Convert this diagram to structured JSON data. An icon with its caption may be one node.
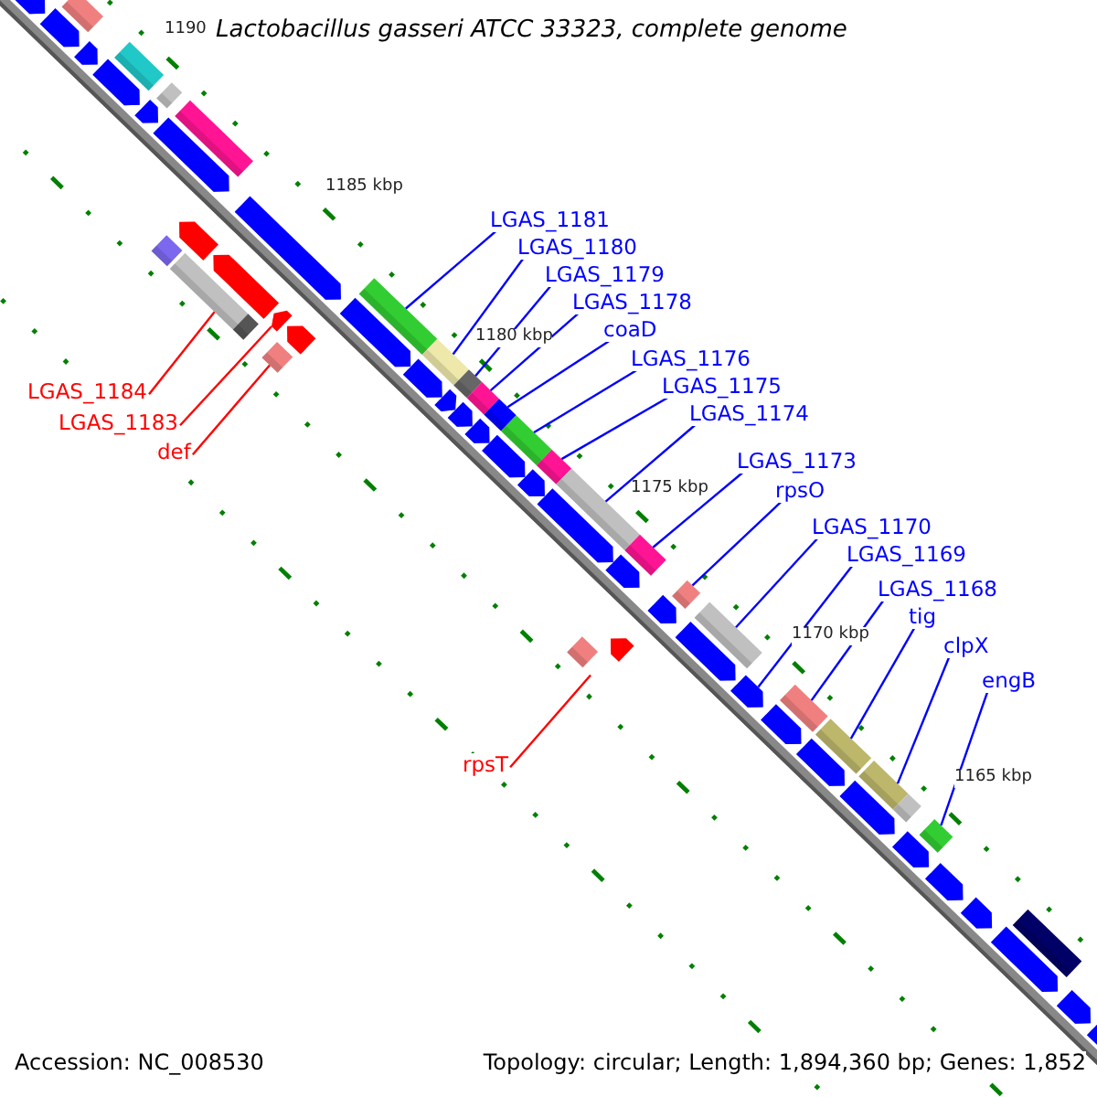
{
  "diagram": {
    "title": "Lactobacillus gasseri ATCC 33323, complete genome",
    "nodes": [
      {
        "text": [
          "LGAS_1181"
        ]
      },
      {
        "text": [
          "LGAS_1180"
        ]
      },
      {
        "text": [
          "LGAS_1179"
        ]
      },
      {
        "text": [
          "LGAS_1178"
        ]
      },
      {
        "text": [
          "coaD"
        ]
      },
      {
        "text": [
          "LGAS_1176"
        ]
      },
      {
        "text": [
          "LGAS_1175"
        ]
      },
      {
        "text": [
          "LGAS_1174"
        ]
      },
      {
        "text": [
          "LGAS_1173"
        ]
      },
      {
        "text": [
          "rpsO"
        ]
      },
      {
        "text": [
          "LGAS_1170"
        ]
      },
      {
        "text": [
          "LGAS_1169"
        ]
      },
      {
        "text": [
          "LGAS_1168"
        ]
      },
      {
        "text": [
          "tig"
        ]
      },
      {
        "text": [
          "clpX"
        ]
      },
      {
        "text": [
          "engB"
        ]
      },
      {
        "text": [
          "LGAS_1184"
        ]
      },
      {
        "text": [
          "LGAS_1183"
        ]
      },
      {
        "text": [
          "def"
        ]
      },
      {
        "text": [
          "rpsT"
        ]
      },
      {
        "text": [],
        "shape": "bar"
      },
      {
        "text": [],
        "shape": "bar"
      },
      {
        "text": [],
        "shape": "bar"
      },
      {
        "text": [],
        "shape": "bar"
      },
      {
        "text": [],
        "shape": "bar"
      },
      {
        "text": [],
        "shape": "bar"
      },
      {
        "text": [],
        "shape": "bar"
      },
      {
        "text": [],
        "shape": "bar"
      },
      {
        "text": [],
        "shape": "bar"
      },
      {
        "text": [],
        "shape": "bar"
      },
      {
        "text": [],
        "shape": "bar"
      },
      {
        "text": [],
        "shape": "bar"
      },
      {
        "text": [],
        "shape": "bar"
      },
      {
        "text": [],
        "shape": "bar"
      },
      {
        "text": [],
        "shape": "bar"
      },
      {
        "text": [],
        "shape": "bar"
      },
      {
        "text": [],
        "shape": "bar"
      },
      {
        "text": [],
        "shape": "bar"
      },
      {
        "text": [],
        "shape": "bar"
      },
      {
        "text": [],
        "shape": "bar"
      },
      {
        "text": [],
        "shape": "bar"
      },
      {
        "text": [],
        "shape": "bar"
      },
      {
        "text": [],
        "shape": "bar"
      },
      {
        "text": [],
        "shape": "bar"
      },
      {
        "text": [],
        "shape": "bar"
      },
      {
        "text": [],
        "shape": "bar"
      },
      {
        "text": [],
        "shape": "bar"
      },
      {
        "text": [],
        "shape": "bar"
      },
      {
        "text": [],
        "shape": "bar"
      },
      {
        "text": [],
        "shape": "bar"
      },
      {
        "text": [],
        "shape": "bar"
      },
      {
        "text": [],
        "shape": "bar"
      },
      {
        "text": [],
        "shape": "bar"
      }
    ],
    "edges": [
      {
        "from": 0,
        "to": 20,
        "arrow": "none"
      },
      {
        "from": 1,
        "to": 21,
        "arrow": "none"
      },
      {
        "from": 2,
        "to": 22,
        "arrow": "none"
      },
      {
        "from": 3,
        "to": 23,
        "arrow": "none"
      },
      {
        "from": 4,
        "to": 24,
        "arrow": "none"
      },
      {
        "from": 5,
        "to": 25,
        "arrow": "none"
      },
      {
        "from": 6,
        "to": 26,
        "arrow": "none"
      },
      {
        "from": 7,
        "to": 27,
        "arrow": "none"
      },
      {
        "from": 8,
        "to": 28,
        "arrow": "none"
      },
      {
        "from": 9,
        "to": 29,
        "arrow": "none"
      },
      {
        "from": 10,
        "to": 30,
        "arrow": "none"
      },
      {
        "from": 11,
        "to": 31,
        "arrow": "none"
      },
      {
        "from": 12,
        "to": 32,
        "arrow": "none"
      },
      {
        "from": 13,
        "to": 33,
        "arrow": "none"
      },
      {
        "from": 14,
        "to": 34,
        "arrow": "none"
      },
      {
        "from": 15,
        "to": 35,
        "arrow": "none"
      },
      {
        "from": 16,
        "to": 36,
        "arrow": "none",
        "color": "#ff0000"
      },
      {
        "from": 17,
        "to": 37,
        "arrow": "none",
        "color": "#ff0000"
      },
      {
        "from": 18,
        "to": 38,
        "arrow": "none",
        "color": "#ff0000"
      },
      {
        "from": 19,
        "to": 39,
        "arrow": "none",
        "color": "#ff0000"
      }
    ],
    "labels": [
      "1190",
      "1185 kbp",
      "1180 kbp",
      "1175 kbp",
      "1170 kbp",
      "1165 kbp",
      "Accession: NC_008530",
      "Topology: circular; Length: 1,894,360 bp; Genes: 1,852"
    ]
  }
}
